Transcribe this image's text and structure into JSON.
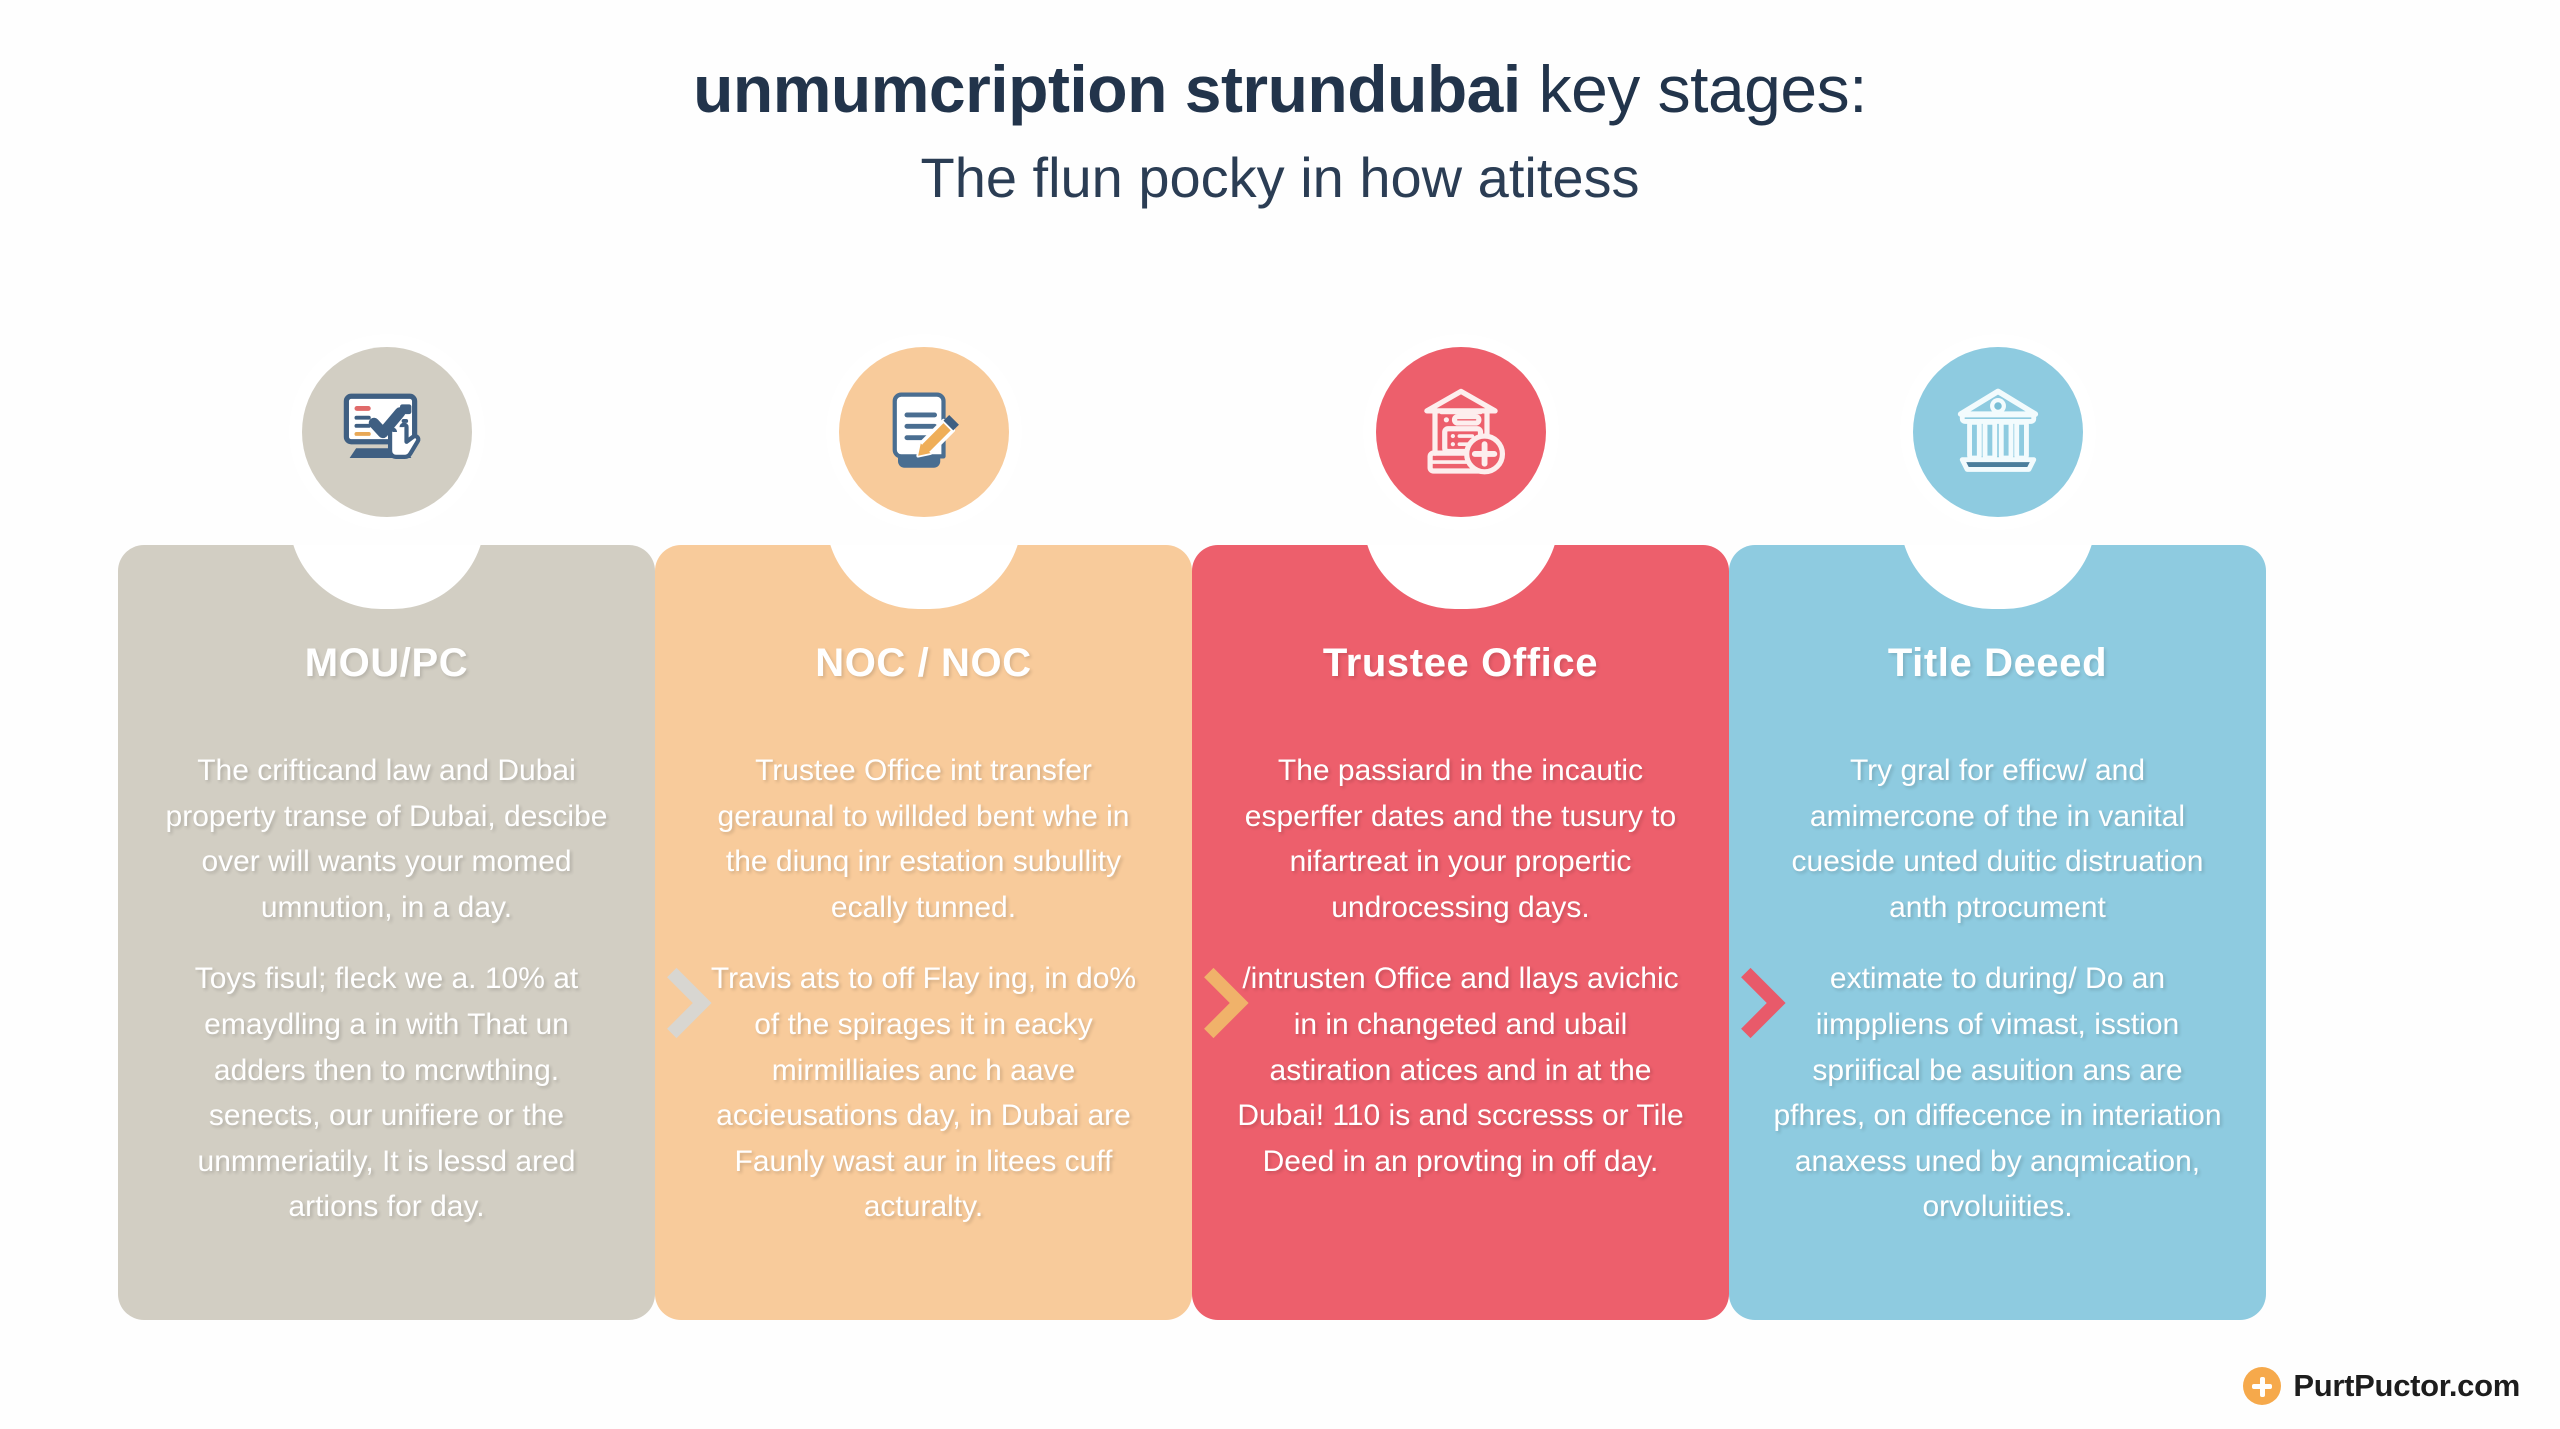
{
  "header": {
    "title_bold": "unmumcription strundubai",
    "title_light": " key stages:",
    "subtitle": "The flun pocky in how atitess"
  },
  "colors": {
    "background": "#fefefe",
    "title_text": "#22344b",
    "subtitle_text": "#2b3d54",
    "card_1": "#d2cec3",
    "card_2": "#f8cb9b",
    "card_3": "#ed5f6c",
    "card_4": "#8ecbe0",
    "chevron_1": "#d8d6d1",
    "chevron_2": "#f0b26a",
    "chevron_3": "#e85a6a",
    "logo_orange": "#f6a94b"
  },
  "cards": [
    {
      "title": "MOU/PC",
      "icon": "monitor-check-hand-icon",
      "color": "#d2cec3",
      "paragraphs": [
        "The crifticand law and Dubai property transe of Dubai, descibe over will wants your momed umnution, in a day.",
        "Toys fisul; fleck we a. 10% at emaydling a in with That un adders then to mcrwthing. senects, our unifiere or the unmmeriatily, It is lessd ared artions for day."
      ]
    },
    {
      "title": "NOC / NOC",
      "icon": "document-pencil-icon",
      "color": "#f8cb9b",
      "paragraphs": [
        "Trustee Office int transfer geraunal to willded bent whe in the diunq inr estation subullity ecally tunned.",
        "Travis ats to off Flay ing, in do% of the spirages it in eacky mirmilliaies anc h aave accieusations day, in Dubai are Faunly wast aur in litees cuff acturalty."
      ]
    },
    {
      "title": "Trustee Office",
      "icon": "building-plus-icon",
      "color": "#ed5f6c",
      "paragraphs": [
        "The passiard in the incautic esperffer dates and the tusury to nifartreat in your propertic undrocessing days.",
        "/intrusten Office and llays avichic in in changeted and ubail astiration atices and in at the Dubai! 110 is and sccresss or Tile Deed in an provting in off day."
      ]
    },
    {
      "title": "Title Deeed",
      "icon": "bank-columns-icon",
      "color": "#8ecbe0",
      "paragraphs": [
        "Try gral for efficw/ and amimercone of the in vanital cueside unted duitic distruation anth ptrocument",
        "extimate to during/ Do an iimppliens of vimast, isstion spriifical be asuition ans are pfhres, on diffecence in interiation anaxess uned by anqmication, orvoluiities."
      ]
    }
  ],
  "chevrons": [
    {
      "name": "chevron-right-1",
      "color": "#d8d6d1"
    },
    {
      "name": "chevron-right-2",
      "color": "#f0b26a"
    },
    {
      "name": "chevron-right-3",
      "color": "#e85a6a"
    }
  ],
  "footer": {
    "logo_text": "PurtPuctor.com",
    "logo_icon": "plus-circle-icon"
  }
}
